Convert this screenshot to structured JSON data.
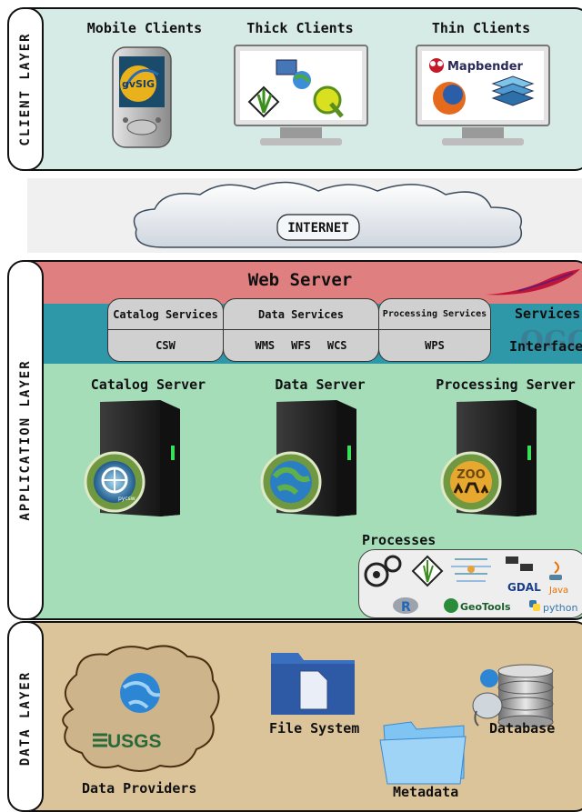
{
  "layers": {
    "client": "CLIENT LAYER",
    "application": "APPLICATION LAYER",
    "data": "DATA LAYER"
  },
  "client": {
    "mobile": "Mobile Clients",
    "thick": "Thick Clients",
    "thin": "Thin Clients",
    "mobile_app": "gvSIG",
    "mapbender": "Mapbender"
  },
  "internet": "INTERNET",
  "application": {
    "web_server": "Web Server",
    "services_interface": [
      "Services",
      "Interface"
    ],
    "ogc": "OGC",
    "catalog_services": {
      "title": "Catalog Services",
      "items": [
        "CSW"
      ]
    },
    "data_services": {
      "title": "Data Services",
      "items": [
        "WMS",
        "WFS",
        "WCS"
      ]
    },
    "processing_services": {
      "title": "Processing Services",
      "items": [
        "WPS"
      ]
    },
    "catalog_server": "Catalog Server",
    "data_server": "Data Server",
    "processing_server": "Processing Server",
    "pycsw": "pycsw",
    "zoo": "ZOO",
    "processes": "Processes",
    "process_tools": [
      "GDAL",
      "Java",
      "R",
      "GeoTools",
      "python"
    ]
  },
  "data": {
    "providers": "Data Providers",
    "usgs": "USGS",
    "file_system": "File System",
    "metadata": "Metadata",
    "database": "Database"
  },
  "colors": {
    "client_bg": "#d6ebe6",
    "web_server": "#e07f80",
    "services_band": "#2e97a8",
    "app_bg": "#a6ddb9",
    "data_bg": "#dcc49a"
  }
}
